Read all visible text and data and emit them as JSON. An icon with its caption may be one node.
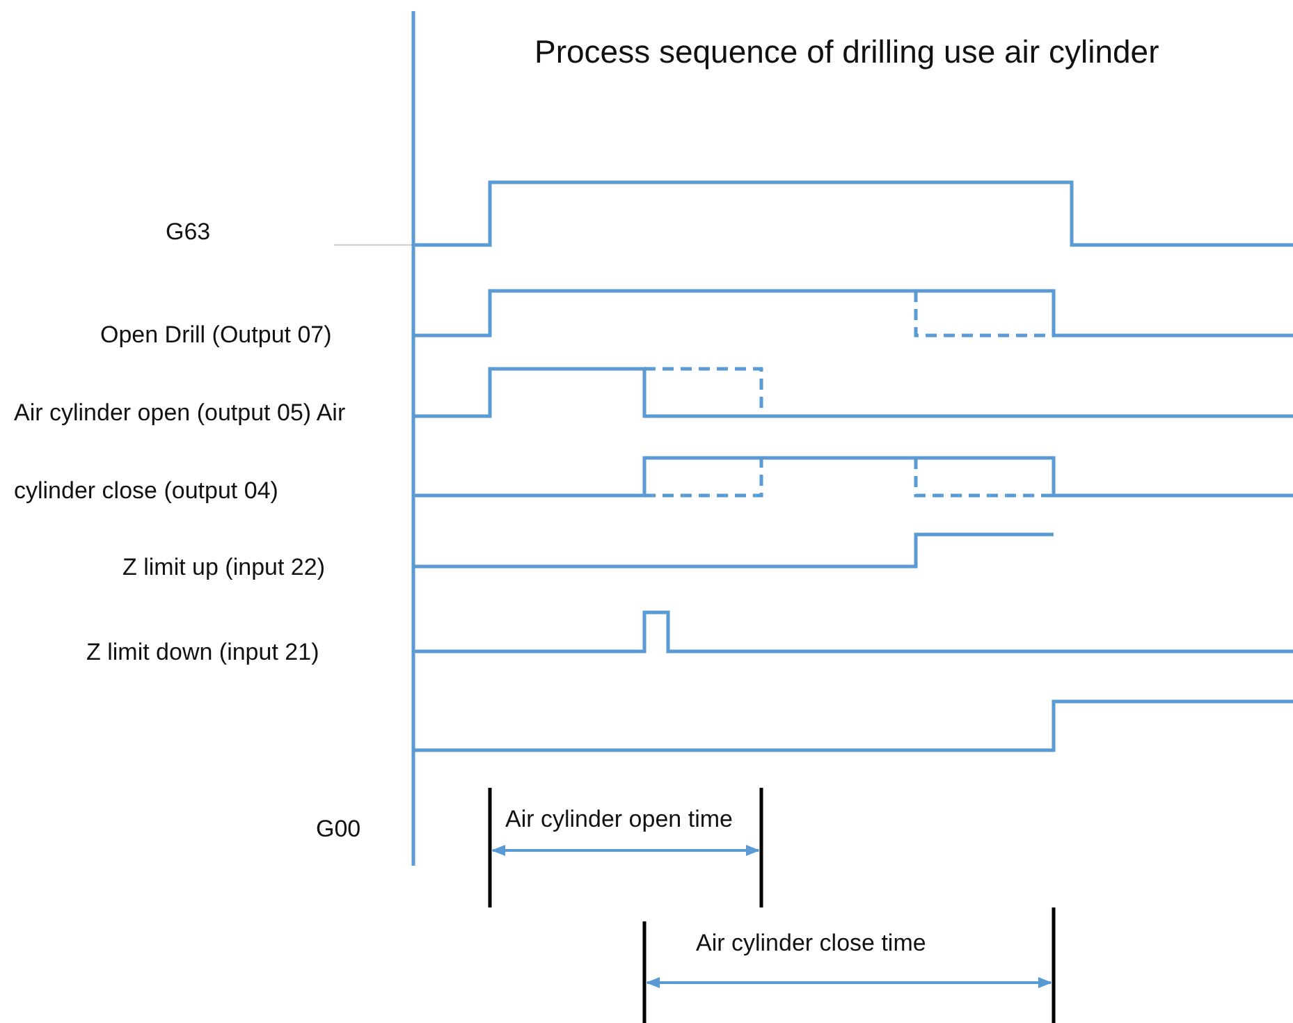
{
  "diagram": {
    "title": "Process sequence of drilling use air cylinder",
    "labels": [
      "G63",
      "Open  Drill  (Output  07)",
      "Air cylinder open (output 05) Air",
      "cylinder close (output 04)",
      "Z limit up (input 22)",
      "Z limit down (input 21)",
      "G00",
      "Air cylinder open time",
      "Air cylinder close time"
    ]
  }
}
